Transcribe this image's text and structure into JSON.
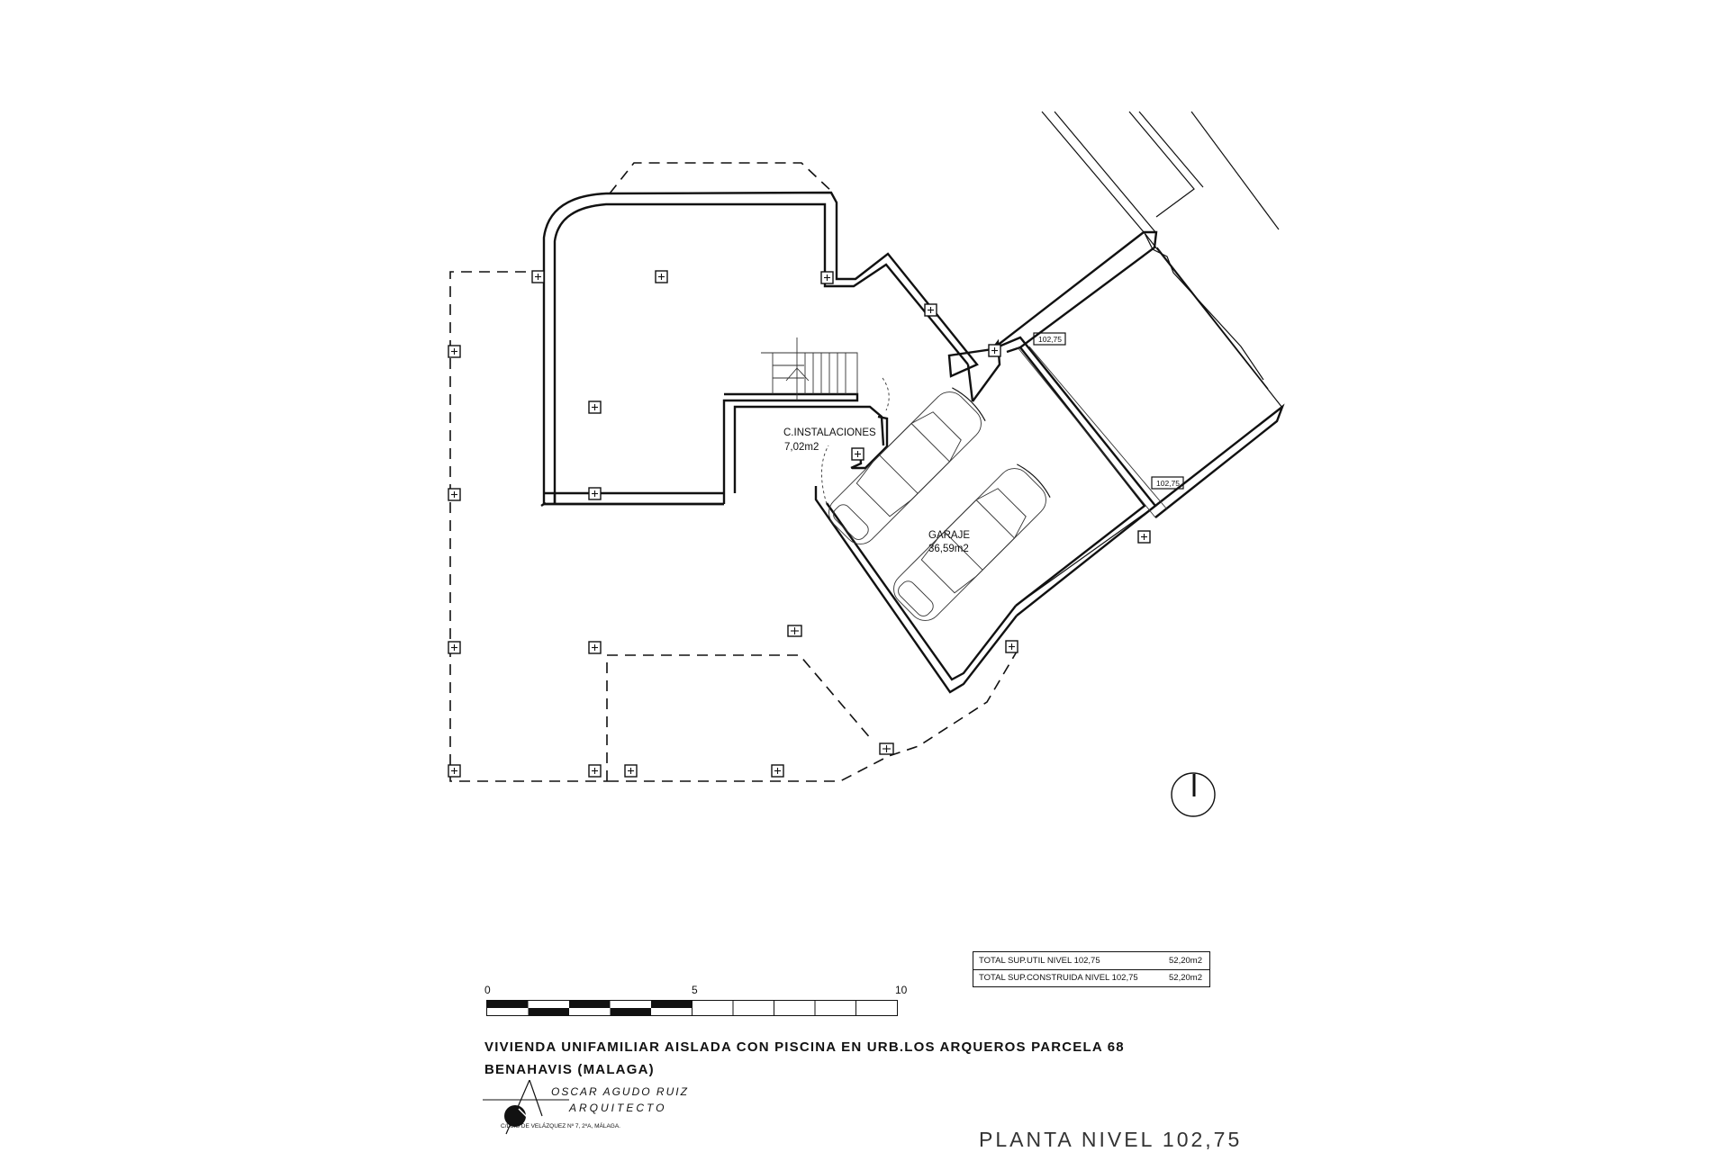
{
  "plan": {
    "room_instalaciones_name": "C.INSTALACIONES",
    "room_instalaciones_area": "7,02m2",
    "room_garaje_name": "GARAJE",
    "room_garaje_area": "36,59m2",
    "level_tag_1": "102,75",
    "level_tag_2": "102,75"
  },
  "areas": {
    "row1": {
      "total": "TOTAL",
      "desc": "SUP.UTIL  NIVEL  102,75",
      "value": "52,20m2"
    },
    "row2": {
      "total": "TOTAL",
      "desc": "SUP.CONSTRUIDA  NIVEL  102,75",
      "value": "52,20m2"
    }
  },
  "scale_bar": {
    "tick_0": "0",
    "tick_5": "5",
    "tick_10": "10"
  },
  "title_block": {
    "title_line1": "VIVIENDA  UNIFAMILIAR  AISLADA  CON  PISCINA  EN  URB.LOS  ARQUEROS  PARCELA  68",
    "title_line2": "BENAHAVIS  (MALAGA)",
    "architect_name": "OSCAR  AGUDO  RUIZ",
    "architect_role": "ARQUITECTO",
    "architect_address": "C/LUIS DE VELÁZQUEZ Nº 7, 2ºA, MÁLAGA.",
    "sheet_name": "PLANTA  NIVEL  102,75"
  }
}
